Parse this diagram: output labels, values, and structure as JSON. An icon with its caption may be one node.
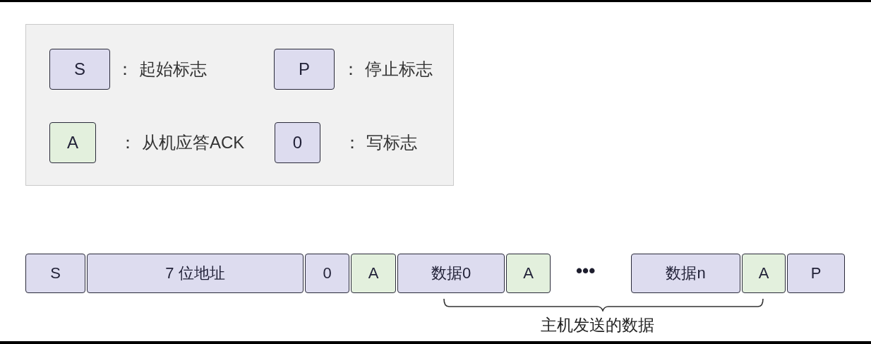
{
  "diagram": {
    "nodes": [
      {
        "text": [],
        "shape": "box"
      },
      {
        "text": [
          "S"
        ],
        "in": 0,
        "beside": [
          "：起始标志"
        ]
      },
      {
        "text": [
          "P"
        ],
        "in": 0,
        "beside": [
          "：停止标志"
        ]
      },
      {
        "text": [
          "A"
        ],
        "in": 0,
        "beside": [
          "：从机应答ACK"
        ]
      },
      {
        "text": [
          "0"
        ],
        "in": 0,
        "beside": [
          "：写标志"
        ]
      },
      {
        "text": [
          "S"
        ]
      },
      {
        "text": [
          "7 位地址"
        ]
      },
      {
        "text": [
          "0"
        ]
      },
      {
        "text": [
          "A"
        ]
      },
      {
        "text": [
          "数据0"
        ]
      },
      {
        "text": [
          "A"
        ]
      },
      {
        "text": [
          "数据n"
        ]
      },
      {
        "text": [
          "A"
        ]
      },
      {
        "text": [
          "P"
        ]
      }
    ],
    "labels": [
      "•••",
      "主机发送的数据"
    ]
  }
}
